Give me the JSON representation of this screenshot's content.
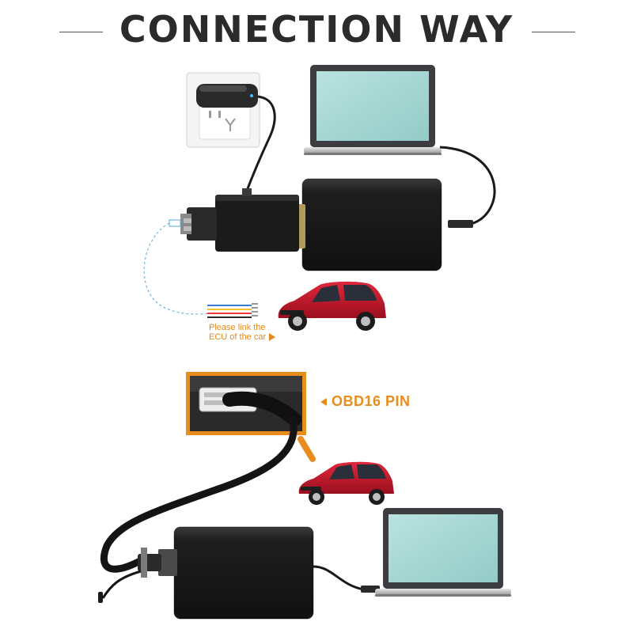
{
  "header": {
    "title": "CONNECTION WAY"
  },
  "diagram": {
    "ecu_note_line1": "Please link the",
    "ecu_note_line2": "ECU of the car",
    "obd_label": "OBD16 PIN"
  },
  "colors": {
    "accent_orange": "#e88c1e",
    "device_black": "#1c1c1c",
    "screen_teal": "#a8d8d5",
    "car_red": "#c0162a"
  }
}
